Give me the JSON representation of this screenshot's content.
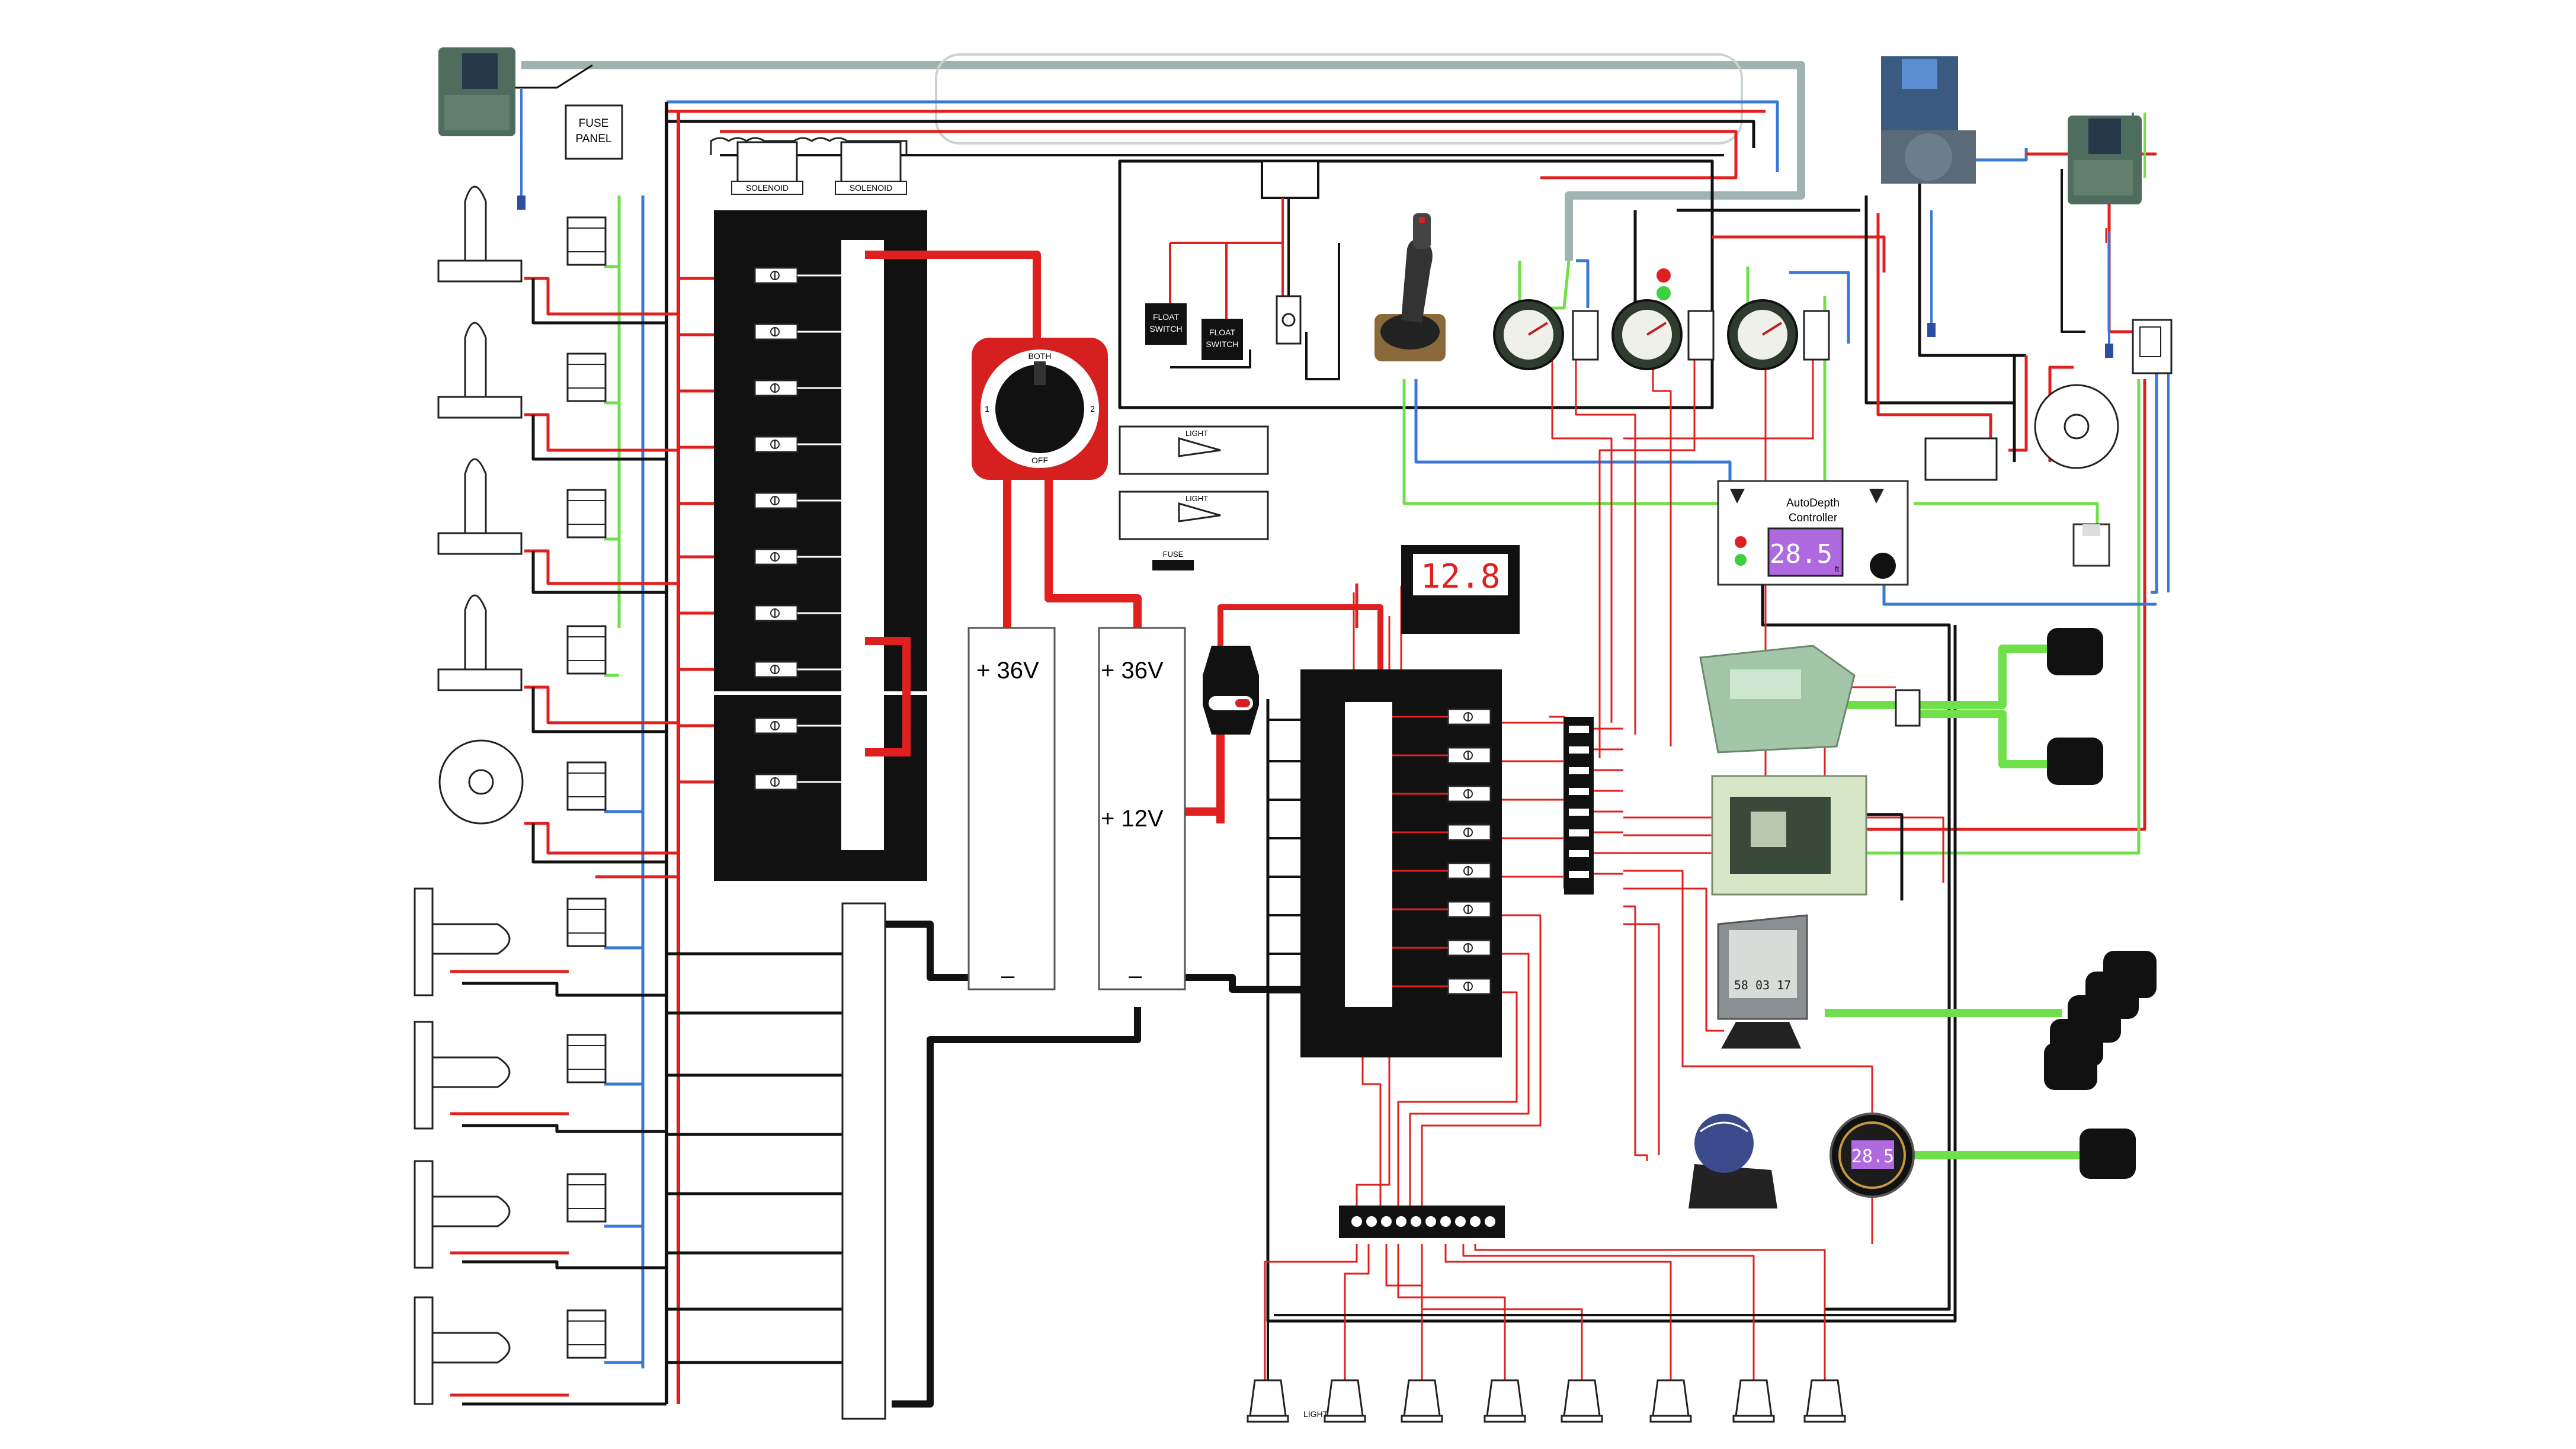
{
  "labels": {
    "fuse_panel_line1": "FUSE",
    "fuse_panel_line2": "PANEL",
    "solenoid": "SOLENOID",
    "float_switch_line1": "FLOAT",
    "float_switch_line2": "SWITCH",
    "light": "LIGHT",
    "fuse": "FUSE",
    "battery_switch_top": "BOTH",
    "battery_switch_left": "1",
    "battery_switch_right": "2",
    "battery_switch_bottom": "OFF",
    "battery_a_positive": "+ 36V",
    "battery_a_negative": "–",
    "battery_b_positive": "+ 36V",
    "battery_b_mid": "+ 12V",
    "battery_b_negative": "–",
    "voltmeter_readout": "12.8",
    "autodepth_line1": "AutoDepth",
    "autodepth_line2": "Controller",
    "autodepth_readout": "28.5",
    "autodepth_unit": "ft",
    "depth_gauge_readout": "28.5",
    "fishfinder_readout": "58 03 17"
  },
  "colors": {
    "power_wire": "#e0201e",
    "ground_wire": "#111111",
    "signal_blue": "#3a78d8",
    "signal_green": "#6fe04a",
    "aerator_pipe": "#9fb4b0",
    "lcd_purple": "#b06ae0",
    "panel_black": "#111111"
  },
  "icons": [
    "solenoid-valve-icon",
    "ball-valve-icon",
    "float-switch-icon",
    "joystick-icon",
    "analog-gauge-icon",
    "circuit-breaker-icon",
    "speaker-icon",
    "pump-icon",
    "transducer-icon",
    "compass-icon",
    "fishfinder-icon",
    "bus-bar-icon",
    "courtesy-light-icon"
  ]
}
